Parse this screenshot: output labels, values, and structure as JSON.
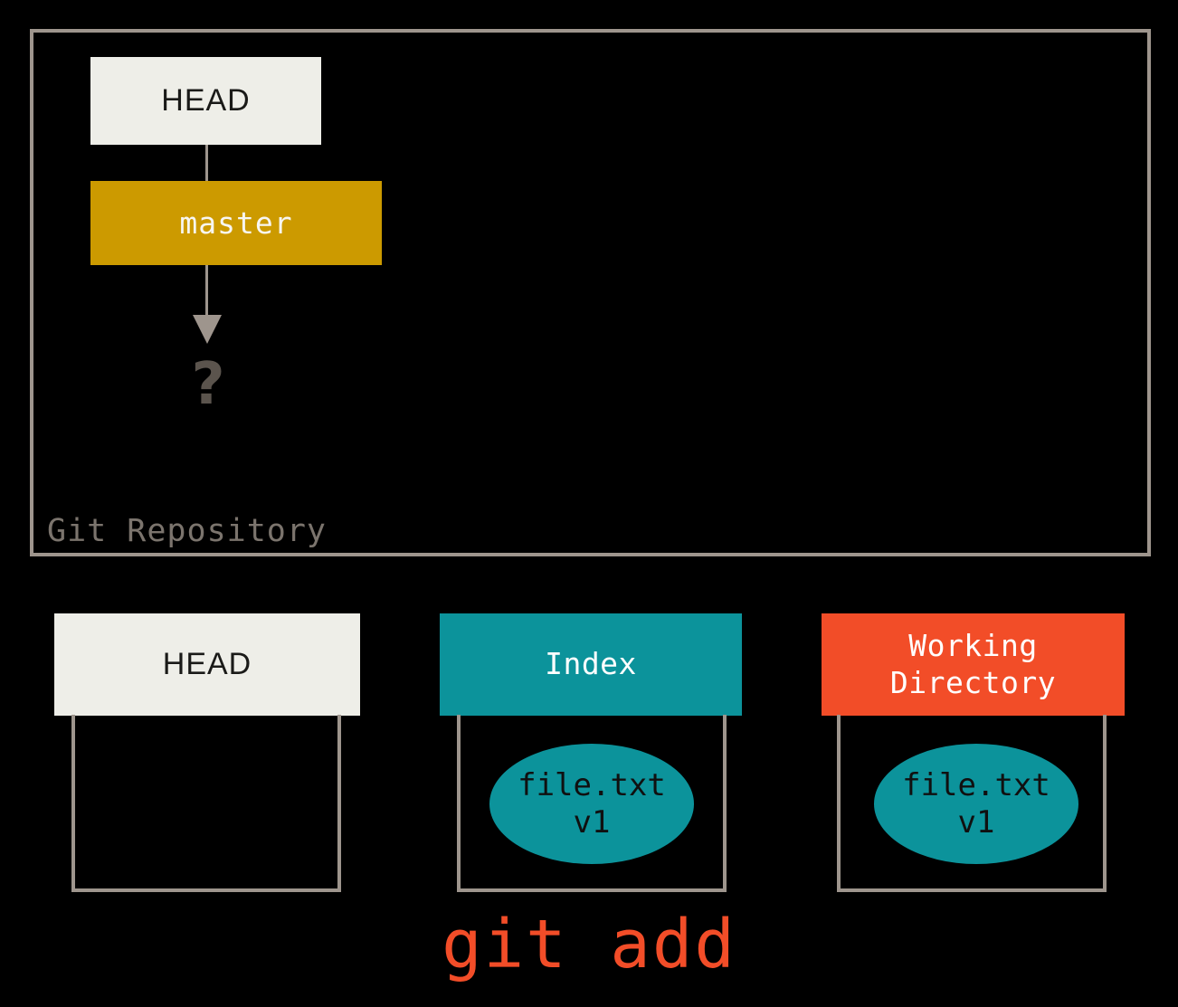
{
  "diagram": {
    "title": "git add",
    "repository": {
      "label": "Git Repository",
      "head_box": {
        "label": "HEAD"
      },
      "branch_box": {
        "label": "master"
      },
      "unknown_commit": {
        "label": "?"
      },
      "connectors": [
        {
          "from": "HEAD",
          "to": "master",
          "style": "line"
        },
        {
          "from": "master",
          "to": "?",
          "style": "arrow"
        }
      ]
    },
    "columns": [
      {
        "name": "head",
        "header_label": "HEAD",
        "header_color": "#eeeee8",
        "header_text_color": "#1a1a18",
        "contents": []
      },
      {
        "name": "index",
        "header_label": "Index",
        "header_color": "#0c939b",
        "header_text_color": "#ffffff",
        "contents": [
          {
            "file": "file.txt",
            "version": "v1",
            "color": "#0c939b"
          }
        ]
      },
      {
        "name": "working-directory",
        "header_label": "Working\nDirectory",
        "header_color": "#f24d28",
        "header_text_color": "#ffffff",
        "contents": [
          {
            "file": "file.txt",
            "version": "v1",
            "color": "#0c939b"
          }
        ]
      }
    ],
    "command": "git add",
    "colors": {
      "background": "#000000",
      "frame_border": "#9e958d",
      "cream": "#eeeee8",
      "gold": "#cc9a00",
      "teal": "#0c939b",
      "orange": "#f24d28",
      "muted_text": "#7b746d"
    }
  }
}
